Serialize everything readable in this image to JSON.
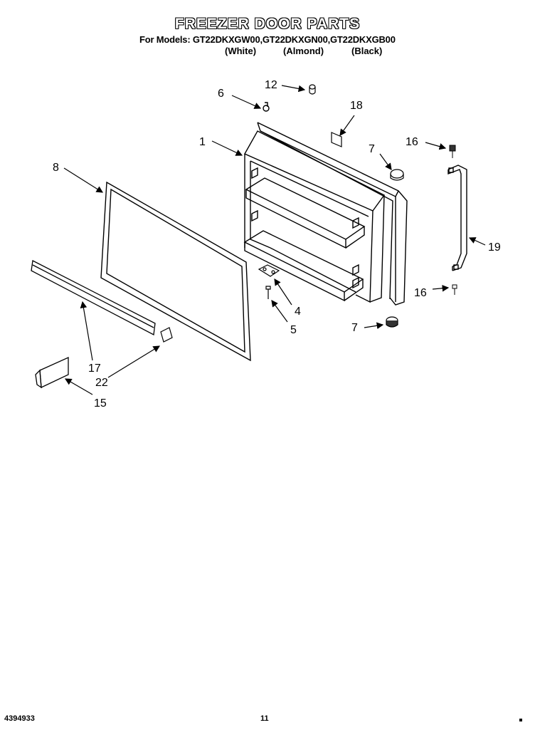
{
  "header": {
    "title": "FREEZER DOOR PARTS",
    "models_line": "For Models: GT22DKXGW00,GT22DKXGN00,GT22DKXGB00",
    "colors": [
      "(White)",
      "(Almond)",
      "(Black)"
    ]
  },
  "callouts": [
    "12",
    "6",
    "18",
    "1",
    "7",
    "16",
    "8",
    "19",
    "4",
    "16",
    "5",
    "7",
    "17",
    "22",
    "15"
  ],
  "footer": {
    "part_number": "4394933",
    "page_number": "11"
  }
}
